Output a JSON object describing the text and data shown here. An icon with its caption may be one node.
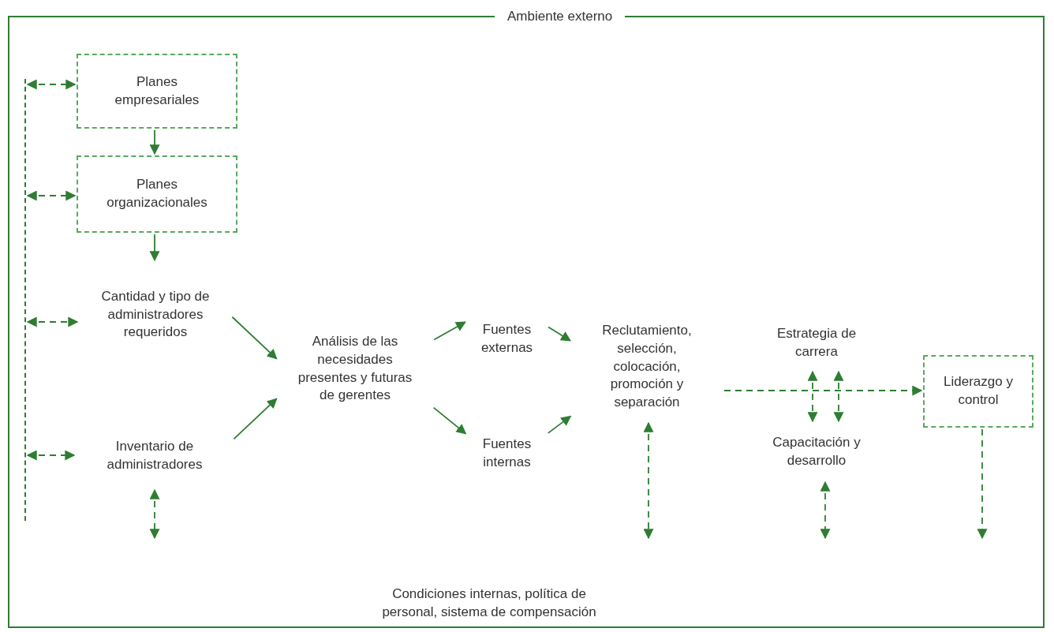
{
  "diagram": {
    "nodes": [
      {
        "text": [
          "Ambiente externo"
        ]
      },
      {
        "text": [
          "Planes empresariales"
        ],
        "in": 0
      },
      {
        "text": [
          "Planes organizacionales"
        ],
        "in": 0
      },
      {
        "text": [
          "Cantidad y tipo de administradores requeridos"
        ],
        "in": 0
      },
      {
        "text": [
          "Inventario de administradores"
        ],
        "in": 0
      },
      {
        "text": [
          "Análisis de las necesidades presentes y futuras de gerentes"
        ],
        "in": 0
      },
      {
        "text": [
          "Fuentes externas"
        ],
        "in": 0
      },
      {
        "text": [
          "Fuentes internas"
        ],
        "in": 0
      },
      {
        "text": [
          "Reclutamiento, selección, colocación, promoción y separación"
        ],
        "in": 0
      },
      {
        "text": [
          "Estrategia de carrera"
        ],
        "in": 0
      },
      {
        "text": [
          "Capacitación y desarrollo"
        ],
        "in": 0
      },
      {
        "text": [
          "Liderazgo y control"
        ],
        "in": 0
      },
      {
        "text": [
          "Condiciones internas, política de personal, sistema de compensación"
        ],
        "in": 0
      },
      {
        "text": [],
        "shape": "bar",
        "in": 0
      }
    ],
    "edges": [
      {
        "from": 13,
        "to": 1,
        "arrow": "both",
        "style": "dashed"
      },
      {
        "from": 13,
        "to": 2,
        "arrow": "both",
        "style": "dashed"
      },
      {
        "from": 13,
        "to": 3,
        "arrow": "both",
        "style": "dashed"
      },
      {
        "from": 13,
        "to": 4,
        "arrow": "both",
        "style": "dashed"
      },
      {
        "from": 1,
        "to": 2,
        "arrow": "to"
      },
      {
        "from": 2,
        "to": 3,
        "arrow": "to"
      },
      {
        "from": 3,
        "to": 5,
        "arrow": "to"
      },
      {
        "from": 4,
        "to": 5,
        "arrow": "to"
      },
      {
        "from": 5,
        "to": 6,
        "arrow": "to"
      },
      {
        "from": 5,
        "to": 7,
        "arrow": "to"
      },
      {
        "from": 6,
        "to": 8,
        "arrow": "to"
      },
      {
        "from": 7,
        "to": 8,
        "arrow": "to"
      },
      {
        "from": 8,
        "to": 11,
        "arrow": "to",
        "style": "dashed"
      },
      {
        "from": 9,
        "to": 10,
        "arrow": "both",
        "style": "dashed"
      },
      {
        "from": 9,
        "to": 10,
        "arrow": "both",
        "style": "dashed"
      },
      {
        "from": 4,
        "to": null,
        "arrow": "both",
        "style": "dashed"
      },
      {
        "from": 8,
        "to": null,
        "arrow": "both",
        "style": "dashed"
      },
      {
        "from": 10,
        "to": null,
        "arrow": "both",
        "style": "dashed"
      },
      {
        "from": 11,
        "to": null,
        "arrow": "to",
        "style": "dashed"
      }
    ]
  }
}
